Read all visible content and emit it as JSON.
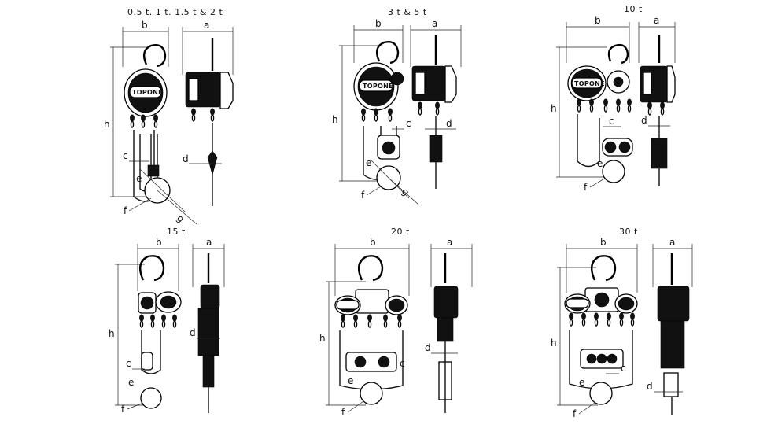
{
  "brand": "TOPONE",
  "panels": [
    {
      "capacity": "0.5 t. 1 t. 1.5 t & 2 t"
    },
    {
      "capacity": "3 t & 5 t"
    },
    {
      "capacity": "10 t"
    },
    {
      "capacity": "15 t"
    },
    {
      "capacity": "20 t"
    },
    {
      "capacity": "30 t"
    }
  ],
  "dims": {
    "a": "a",
    "b": "b",
    "c": "c",
    "d": "d",
    "e": "e",
    "f": "f",
    "g": "g",
    "h": "h"
  }
}
